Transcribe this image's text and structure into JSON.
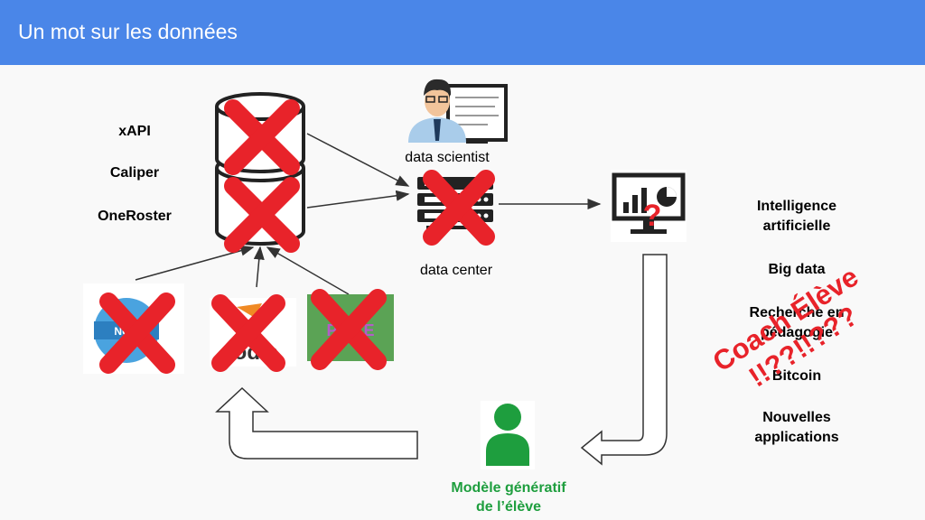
{
  "header": {
    "title": "Un mot sur les données"
  },
  "standards": [
    "xAPI",
    "Caliper",
    "OneRoster"
  ],
  "nodes": {
    "data_scientist_label": "data scientist",
    "data_center_label": "data center",
    "student_model_label": "Modèle génératif\nde l’élève",
    "question_mark": "?"
  },
  "app_logos": {
    "logo1_text": "NUM",
    "logo2_text": "oodle",
    "logo3_text": "PR    TE"
  },
  "buzzwords": [
    "Intelligence\nartificielle",
    "Big data",
    "Recherche en\npédagogie",
    "Bitcoin",
    "Nouvelles\napplications"
  ],
  "overlay": {
    "line1": "Coach Élève",
    "line2": "!!??!!???"
  },
  "colors": {
    "header": "#4a86e8",
    "cross": "#e8232a",
    "green": "#1e9e3e",
    "overlay_red": "#e8232a"
  }
}
